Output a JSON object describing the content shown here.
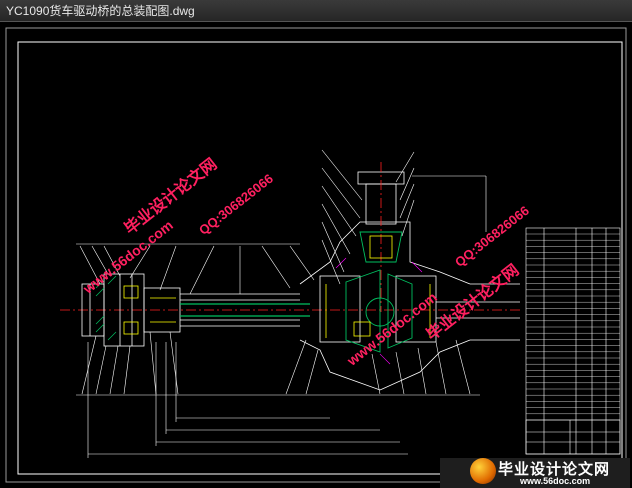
{
  "window": {
    "title": "YC1090货车驱动桥的总装配图.dwg"
  },
  "drawing": {
    "background": "#000000",
    "line_color": "#ffffff",
    "accent_yellow": "#ffff00",
    "accent_green": "#00c060",
    "accent_magenta": "#ff00ff",
    "center_line": "#ff2020"
  },
  "watermarks": {
    "site_cn": "毕业设计论文网",
    "site_url": "www.56doc.com",
    "qq": "QQ:306826066",
    "color": "#ff2060",
    "logo_text": "毕业设计论文网",
    "logo_url": "www.56doc.com"
  }
}
